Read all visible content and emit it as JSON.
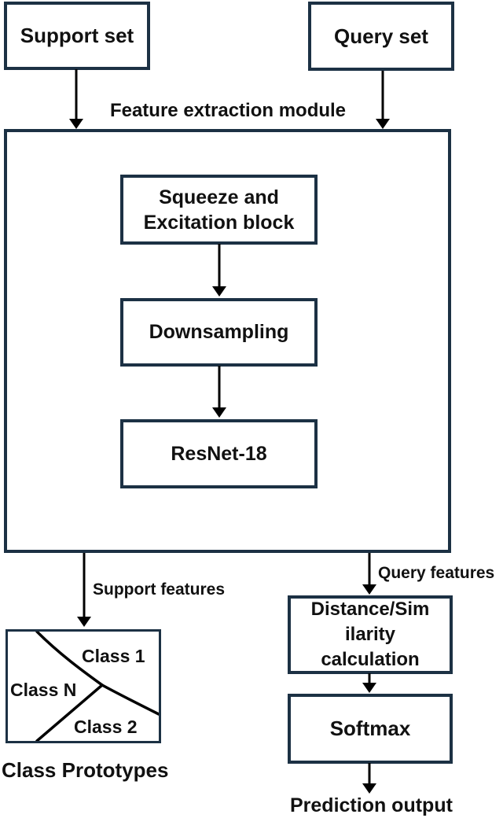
{
  "colors": {
    "border": "#1c3144",
    "text": "#111111",
    "arrow": "#000000",
    "background": "#ffffff"
  },
  "labels": {
    "feature_extraction_module": "Feature extraction module",
    "support_features": "Support features",
    "query_features": "Query features",
    "class_prototypes": "Class Prototypes",
    "prediction_output": "Prediction output"
  },
  "nodes": {
    "support_set": {
      "label": "Support set"
    },
    "query_set": {
      "label": "Query set"
    },
    "squeeze_excitation": {
      "line1": "Squeeze and",
      "line2": "Excitation block"
    },
    "downsampling": {
      "label": "Downsampling"
    },
    "resnet18": {
      "label": "ResNet-18"
    },
    "distance_similarity": {
      "line1": "Distance/Sim",
      "line2": "ilarity",
      "line3": "calculation"
    },
    "softmax": {
      "label": "Softmax"
    },
    "prototype_regions": {
      "class1": "Class 1",
      "classN": "Class N",
      "class2": "Class 2"
    }
  }
}
